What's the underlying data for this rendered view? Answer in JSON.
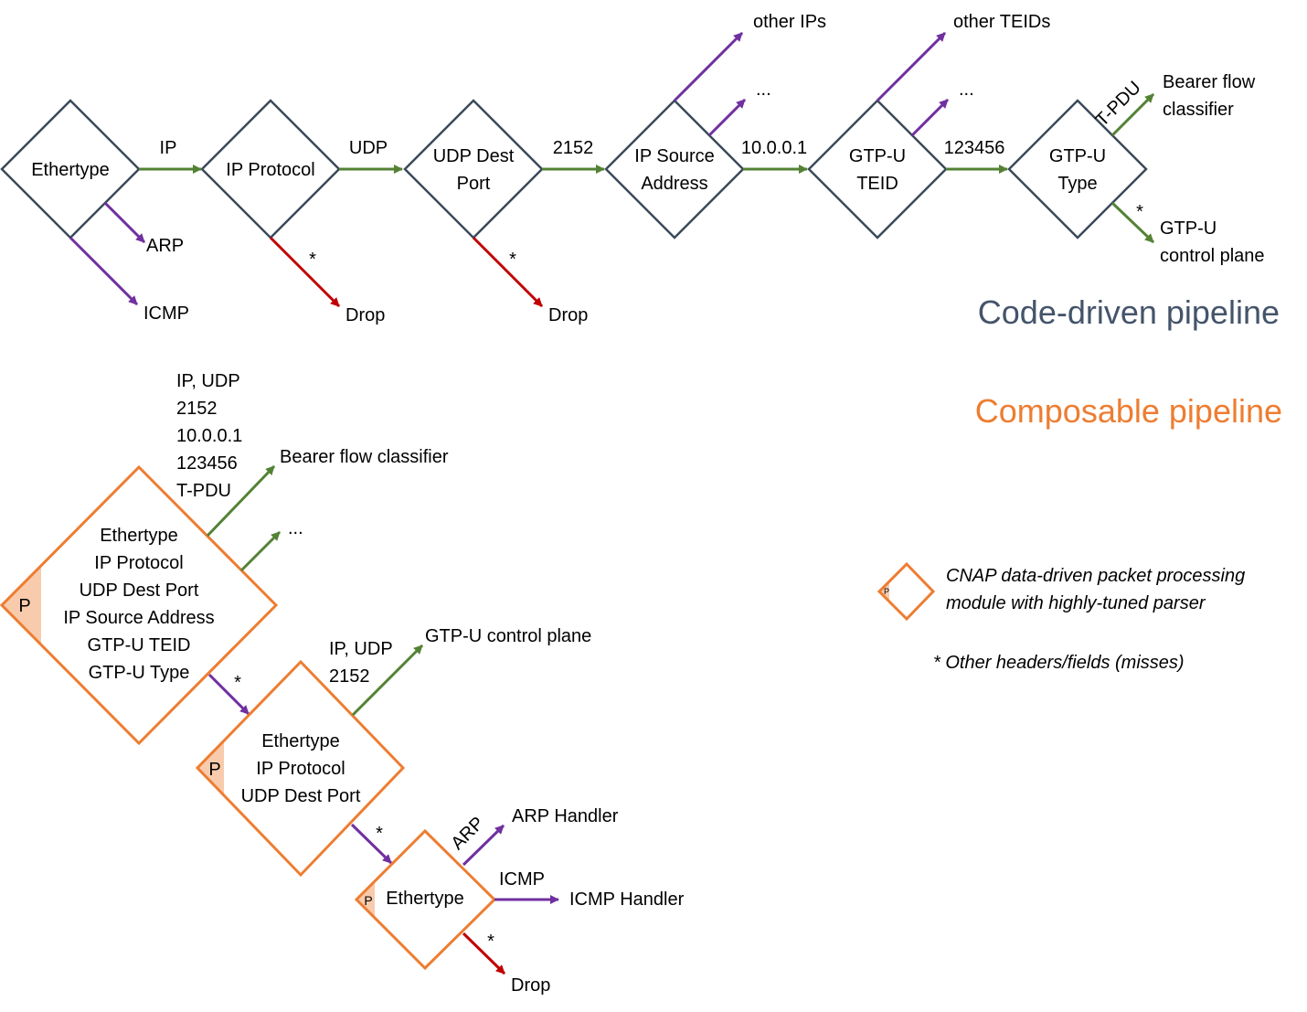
{
  "colors": {
    "node_border": "#3B4A5A",
    "composable_border": "#ED7D31",
    "parser_fill": "#F8CBAD",
    "green_arrow": "#548235",
    "purple_arrow": "#7030A0",
    "red_arrow": "#C00000",
    "code_driven_title": "#44546A",
    "composable_title": "#ED7D31"
  },
  "code_driven": {
    "title": "Code-driven pipeline",
    "nodes": {
      "ethertype": [
        "Ethertype"
      ],
      "ip_protocol": [
        "IP Protocol"
      ],
      "udp_dest_port": [
        "UDP Dest",
        "Port"
      ],
      "ip_source_address": [
        "IP Source",
        "Address"
      ],
      "gtpu_teid": [
        "GTP-U",
        "TEID"
      ],
      "gtpu_type": [
        "GTP-U",
        "Type"
      ]
    },
    "edge_labels": {
      "ip": "IP",
      "udp": "UDP",
      "port_2152": "2152",
      "addr": "10.0.0.1",
      "teid": "123456",
      "tpdu": "T-PDU",
      "star_ipproto": "*",
      "star_udp": "*",
      "star_gtp": "*"
    },
    "targets": {
      "arp": "ARP",
      "icmp": "ICMP",
      "drop_1": "Drop",
      "drop_2": "Drop",
      "other_ips": "other IPs",
      "ellipsis_1": "...",
      "other_teids": "other TEIDs",
      "ellipsis_2": "...",
      "bearer": [
        "Bearer flow",
        "classifier"
      ],
      "control": [
        "GTP-U",
        "control plane"
      ]
    }
  },
  "composable": {
    "title": "Composable pipeline",
    "parser_label": "P",
    "node_1": [
      "Ethertype",
      "IP Protocol",
      "UDP Dest Port",
      "IP Source Address",
      "GTP-U TEID",
      "GTP-U Type"
    ],
    "node_1_match": [
      "IP, UDP",
      "2152",
      "10.0.0.1",
      "123456",
      "T-PDU"
    ],
    "node_1_target": "Bearer flow classifier",
    "node_1_ellipsis": "...",
    "node_1_star": "*",
    "node_2": [
      "Ethertype",
      "IP Protocol",
      "UDP Dest Port"
    ],
    "node_2_match": [
      "IP, UDP",
      "2152"
    ],
    "node_2_target": "GTP-U control plane",
    "node_2_star": "*",
    "node_3": [
      "Ethertype"
    ],
    "node_3_arp_label": "ARP",
    "node_3_arp_target": "ARP Handler",
    "node_3_icmp_label": "ICMP",
    "node_3_icmp_target": "ICMP Handler",
    "node_3_star": "*",
    "node_3_drop": "Drop"
  },
  "legend": {
    "parser_label": "P",
    "module_text": [
      "CNAP data-driven packet processing",
      "module with highly-tuned parser"
    ],
    "misses_text": "* Other headers/fields (misses)"
  }
}
